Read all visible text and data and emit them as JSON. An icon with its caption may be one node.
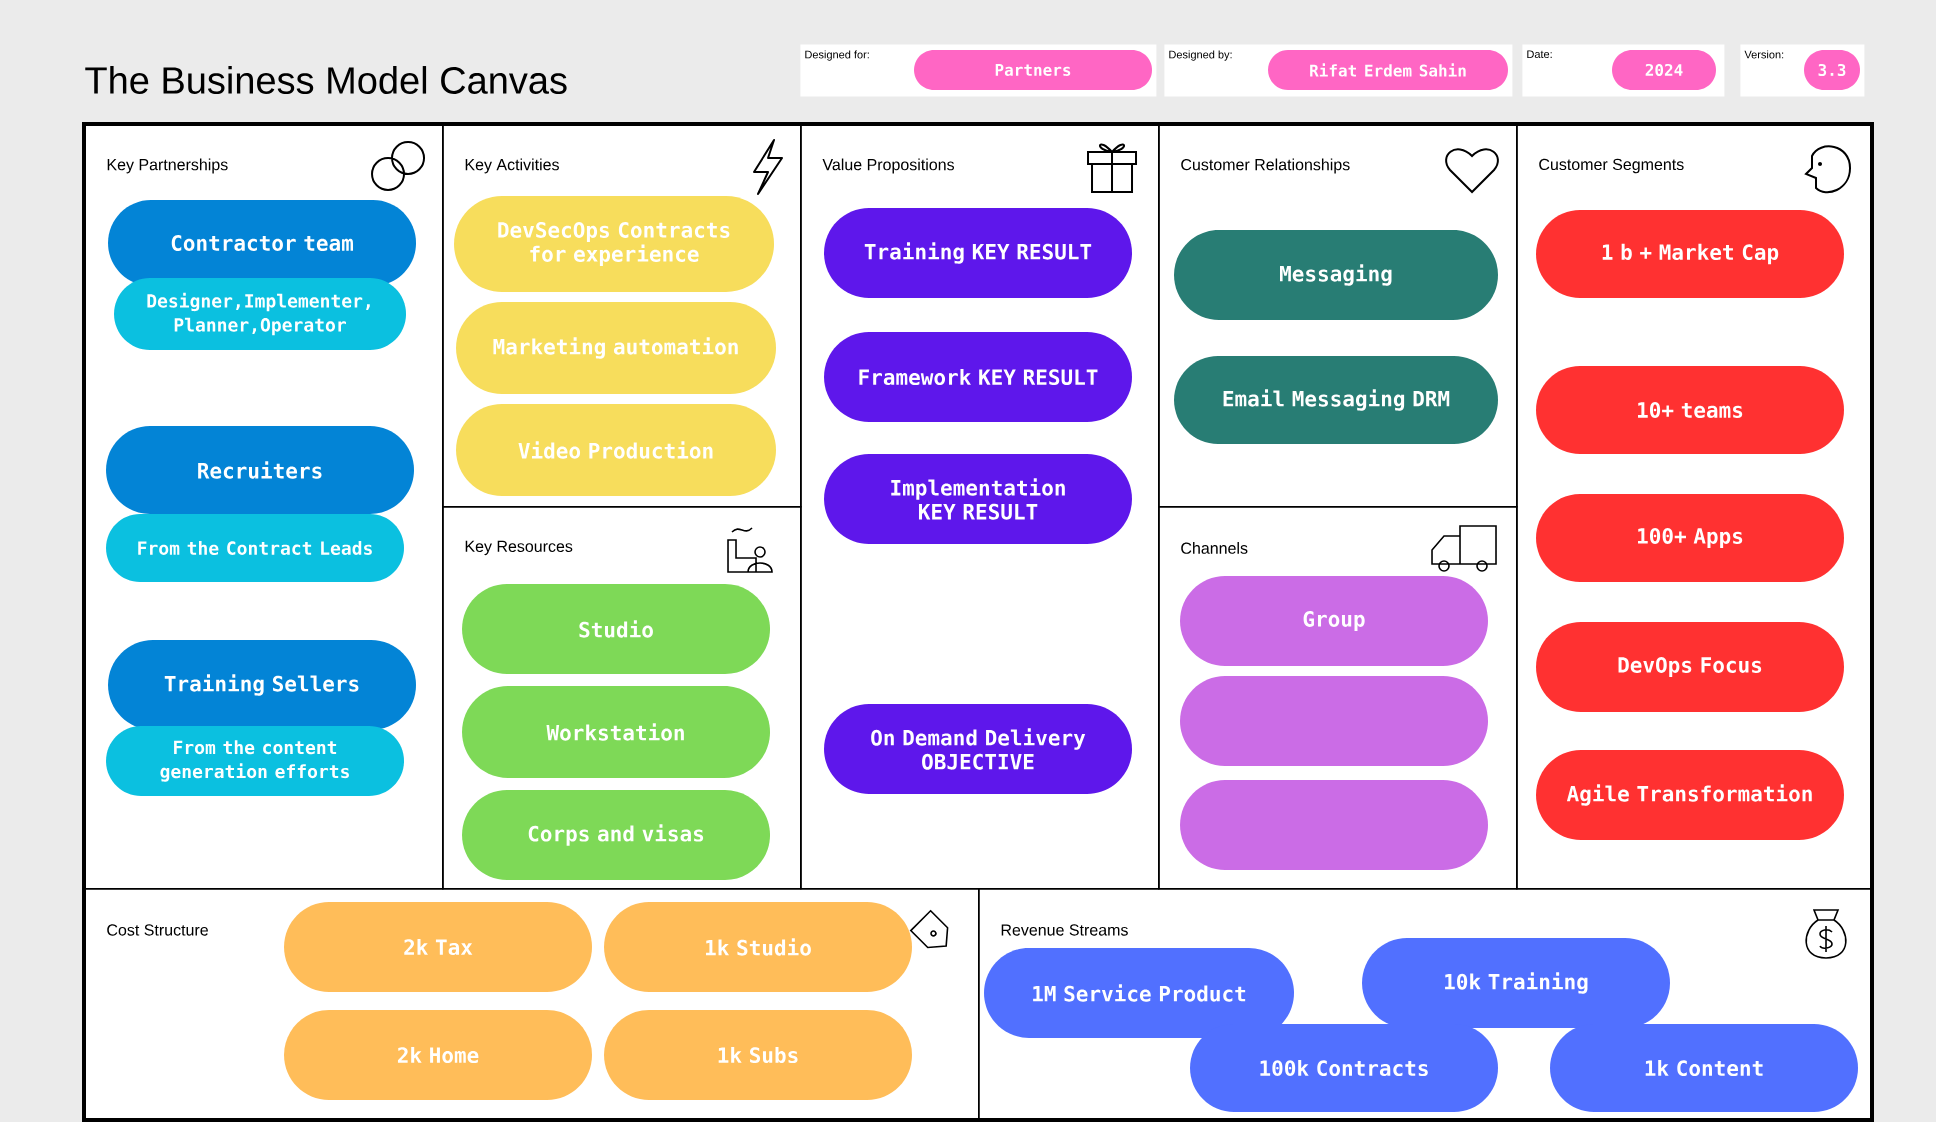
{
  "diagram": {
    "title": "The Business Model Canvas",
    "nodes": [
      {
        "text": [
          "Designed for:"
        ]
      },
      {
        "text": [
          "Partners"
        ],
        "in": 0
      },
      {
        "text": [
          "Designed by:"
        ]
      },
      {
        "text": [
          "Rifat Erdem Sahin"
        ],
        "in": 2
      },
      {
        "text": [
          "Date:"
        ]
      },
      {
        "text": [
          "2024"
        ],
        "in": 4
      },
      {
        "text": [
          "Version:"
        ]
      },
      {
        "text": [
          "3.3"
        ],
        "in": 6
      },
      {
        "text": [
          "Key Partnerships"
        ]
      },
      {
        "text": [
          "Contractor team"
        ],
        "in": 8
      },
      {
        "text": [
          "Designer,Implementer, Planner,Operator"
        ],
        "in": 8
      },
      {
        "text": [
          "Recruiters"
        ],
        "in": 8
      },
      {
        "text": [
          "From the Contract Leads"
        ],
        "in": 8
      },
      {
        "text": [
          "Training Sellers"
        ],
        "in": 8
      },
      {
        "text": [
          "From the content generation efforts"
        ],
        "in": 8
      },
      {
        "text": [
          "Key Activities"
        ]
      },
      {
        "text": [
          "DevSecOps Contracts for experience"
        ],
        "in": 15
      },
      {
        "text": [
          "Marketing automation"
        ],
        "in": 15
      },
      {
        "text": [
          "Video Production"
        ],
        "in": 15
      },
      {
        "text": [
          "Key Resources"
        ]
      },
      {
        "text": [
          "Studio"
        ],
        "in": 19
      },
      {
        "text": [
          "Workstation"
        ],
        "in": 19
      },
      {
        "text": [
          "Corps and visas"
        ],
        "in": 19
      },
      {
        "text": [
          "Value Propositions"
        ]
      },
      {
        "text": [
          "Training KEY RESULT"
        ],
        "in": 23
      },
      {
        "text": [
          "Framework KEY RESULT"
        ],
        "in": 23
      },
      {
        "text": [
          "Implementation KEY RESULT"
        ],
        "in": 23
      },
      {
        "text": [
          "On Demand Delivery OBJECTIVE"
        ],
        "in": 23
      },
      {
        "text": [
          "Customer Relationships"
        ]
      },
      {
        "text": [
          "Messaging"
        ],
        "in": 28
      },
      {
        "text": [
          "Email Messaging DRM"
        ],
        "in": 28
      },
      {
        "text": [
          "Channels"
        ]
      },
      {
        "text": [
          "Group"
        ],
        "in": 31
      },
      {
        "text": [],
        "shape": "box",
        "in": 31
      },
      {
        "text": [],
        "shape": "box",
        "in": 31
      },
      {
        "text": [
          "Customer Segments"
        ]
      },
      {
        "text": [
          "1 b + Market Cap"
        ],
        "in": 35
      },
      {
        "text": [
          "10+ teams"
        ],
        "in": 35
      },
      {
        "text": [
          "100+ Apps"
        ],
        "in": 35
      },
      {
        "text": [
          "DevOps Focus"
        ],
        "in": 35
      },
      {
        "text": [
          "Agile Transformation"
        ],
        "in": 35
      },
      {
        "text": [
          "Cost Structure"
        ]
      },
      {
        "text": [
          "2k Tax"
        ],
        "in": 41
      },
      {
        "text": [
          "1k Studio"
        ],
        "in": 41
      },
      {
        "text": [
          "2k Home"
        ],
        "in": 41
      },
      {
        "text": [
          "1k Subs"
        ],
        "in": 41
      },
      {
        "text": [
          "Revenue Streams"
        ]
      },
      {
        "text": [
          "1M Service Product"
        ],
        "in": 46
      },
      {
        "text": [
          "10k Training"
        ],
        "in": 46
      },
      {
        "text": [
          "100k Contracts"
        ],
        "in": 46
      },
      {
        "text": [
          "1k Content"
        ],
        "in": 46
      }
    ]
  }
}
